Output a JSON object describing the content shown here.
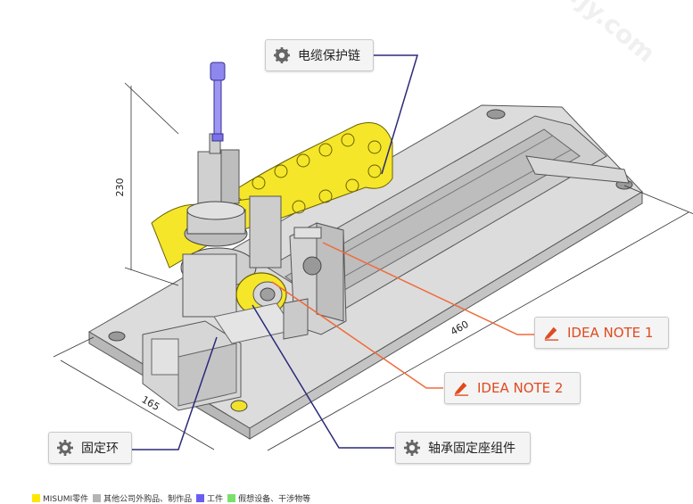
{
  "callouts": {
    "cable_chain": "电缆保护链",
    "idea_note_1": "IDEA NOTE 1",
    "idea_note_2": "IDEA NOTE 2",
    "fixed_ring": "固定环",
    "bearing_mount": "轴承固定座组件"
  },
  "dimensions": {
    "height": "230",
    "width": "165",
    "length": "460"
  },
  "legend": [
    {
      "label": "MISUMI零件",
      "color": "#ffe600"
    },
    {
      "label": "其他公司外购品、制作品",
      "color": "#b4b4b4"
    },
    {
      "label": "工件",
      "color": "#6a5ef0"
    },
    {
      "label": "假想设备、干涉物等",
      "color": "#7be06b"
    }
  ],
  "colors": {
    "misumi_yellow": "#f5e62a",
    "workpiece_blue": "#7a72e6",
    "leader_navy": "#2a2a7a",
    "leader_orange": "#f06a3a",
    "note_text": "#e04a1f"
  }
}
